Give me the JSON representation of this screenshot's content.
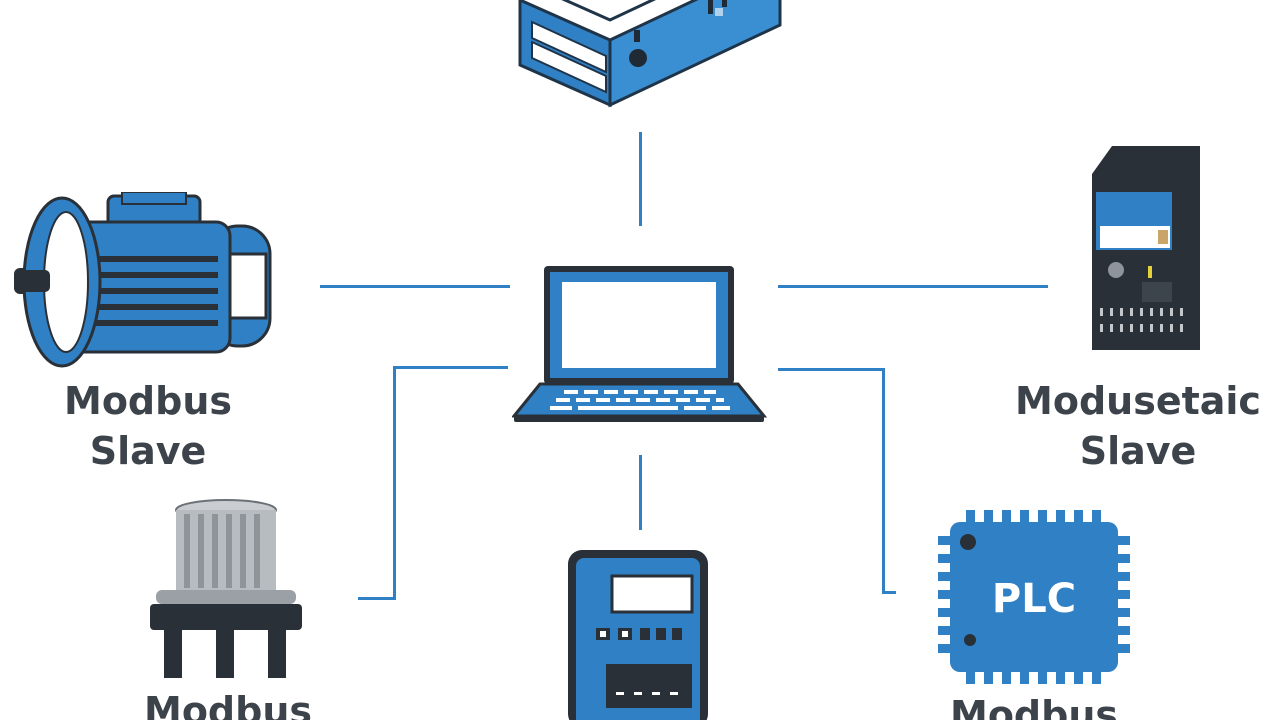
{
  "colors": {
    "accent": "#2f80c4",
    "dark": "#2a3038",
    "grey": "#8e9499",
    "text": "#3d434a"
  },
  "nodes": {
    "top_server": {
      "icon": "server-icon"
    },
    "laptop": {
      "icon": "laptop-icon"
    },
    "motor": {
      "icon": "motor-icon",
      "label": [
        "Modbus",
        "Slave"
      ]
    },
    "tower": {
      "icon": "server-tower-icon",
      "label": [
        "Modusetaic",
        "Slave"
      ]
    },
    "sensor": {
      "icon": "sensor-icon",
      "label": [
        "Modbus"
      ]
    },
    "meter": {
      "icon": "meter-icon"
    },
    "plc": {
      "icon": "plc-chip-icon",
      "chip_text": "PLC",
      "label": [
        "Modbus"
      ]
    }
  }
}
